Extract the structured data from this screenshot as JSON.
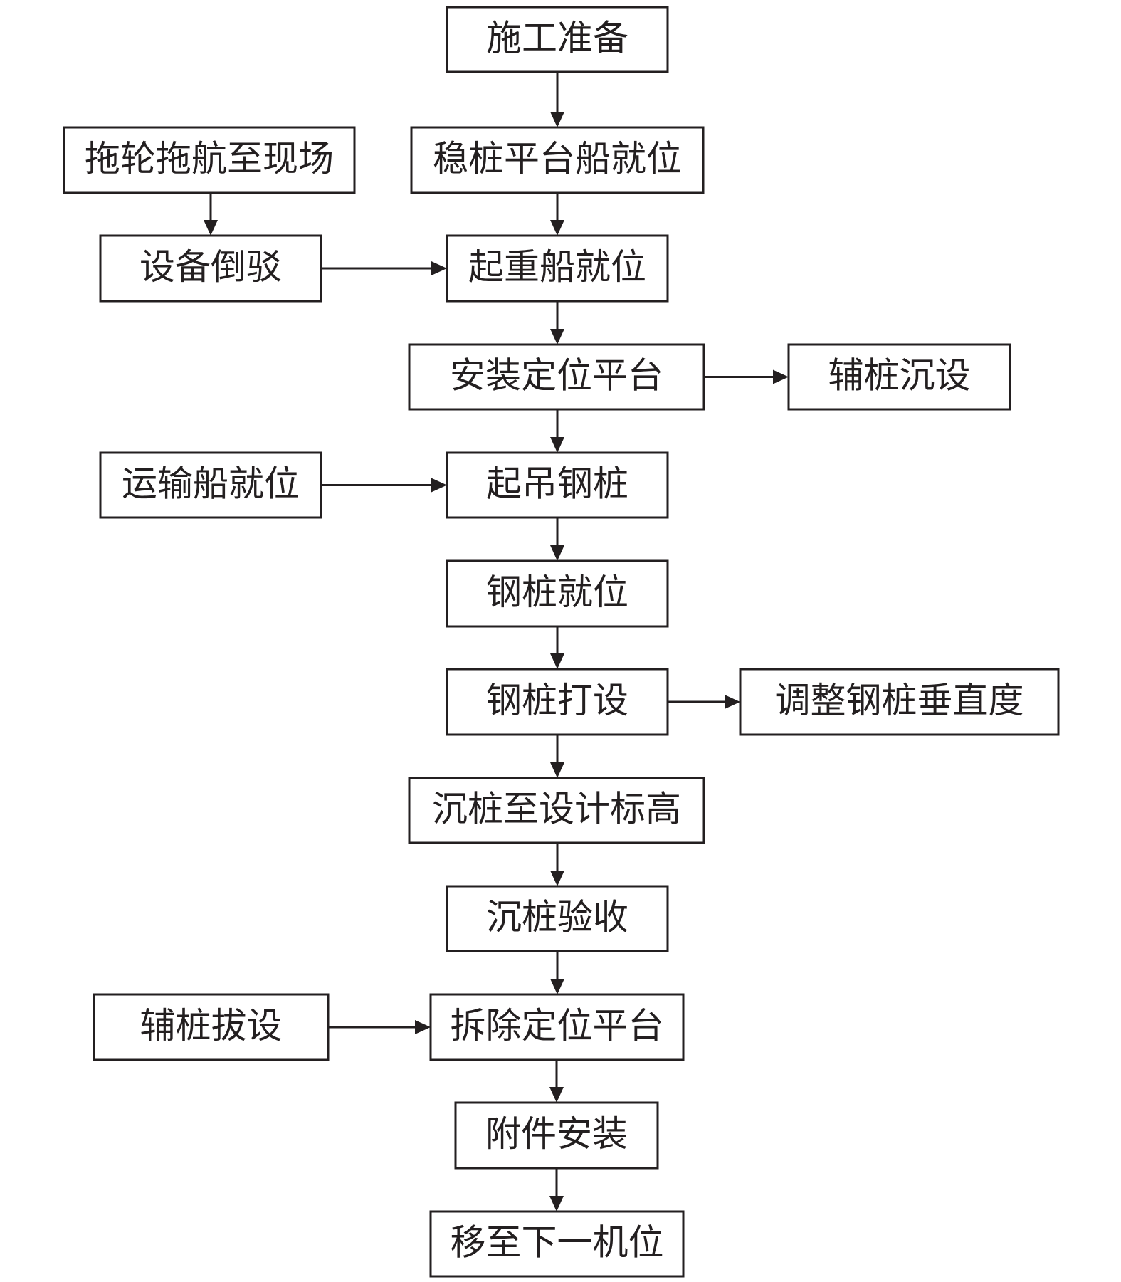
{
  "flowchart": {
    "nodes": {
      "prep": "施工准备",
      "tow": "拖轮拖航至现场",
      "platform_ship": "稳桩平台船就位",
      "equipment": "设备倒驳",
      "crane_ship": "起重船就位",
      "install_platform": "安装定位平台",
      "aux_pile_sink": "辅桩沉设",
      "transport_ship": "运输船就位",
      "lift_pile": "起吊钢桩",
      "pile_position": "钢桩就位",
      "pile_drive": "钢桩打设",
      "adjust_vertical": "调整钢桩垂直度",
      "sink_to_elevation": "沉桩至设计标高",
      "acceptance": "沉桩验收",
      "aux_pile_pull": "辅桩拔设",
      "remove_platform": "拆除定位平台",
      "accessories": "附件安装",
      "next_position": "移至下一机位"
    },
    "edges": [
      [
        "prep",
        "platform_ship"
      ],
      [
        "platform_ship",
        "crane_ship"
      ],
      [
        "tow",
        "equipment"
      ],
      [
        "equipment",
        "crane_ship"
      ],
      [
        "crane_ship",
        "install_platform"
      ],
      [
        "install_platform",
        "aux_pile_sink"
      ],
      [
        "install_platform",
        "lift_pile"
      ],
      [
        "transport_ship",
        "lift_pile"
      ],
      [
        "lift_pile",
        "pile_position"
      ],
      [
        "pile_position",
        "pile_drive"
      ],
      [
        "pile_drive",
        "adjust_vertical"
      ],
      [
        "pile_drive",
        "sink_to_elevation"
      ],
      [
        "sink_to_elevation",
        "acceptance"
      ],
      [
        "acceptance",
        "remove_platform"
      ],
      [
        "aux_pile_pull",
        "remove_platform"
      ],
      [
        "remove_platform",
        "accessories"
      ],
      [
        "accessories",
        "next_position"
      ]
    ]
  }
}
